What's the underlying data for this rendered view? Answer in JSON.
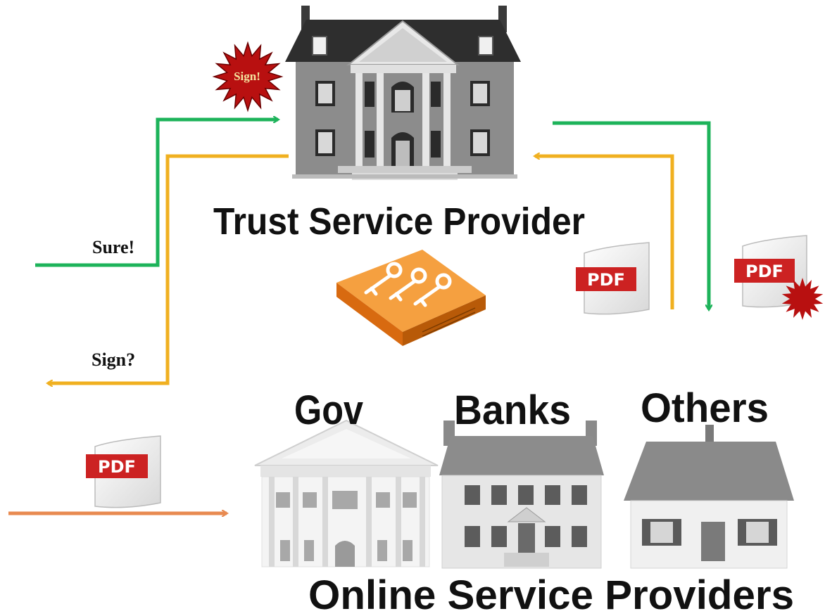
{
  "labels": {
    "trust_service_provider": "Trust Service Provider",
    "online_service_providers": "Online Service Providers",
    "gov": "Gov",
    "banks": "Banks",
    "others": "Others",
    "sure": "Sure!",
    "sign_question": "Sign?",
    "sign_badge": "Sign!"
  },
  "documents": {
    "pdf_label": "PDF"
  },
  "colors": {
    "green_arrow": "#1db35a",
    "yellow_arrow": "#f0b020",
    "orange_arrow": "#e88a50",
    "seal_red": "#b81010",
    "pdf_red": "#cc2222",
    "hsm_orange": "#f08020"
  },
  "icons": {
    "trust_building": "mansion-icon",
    "hsm": "key-hsm-icon",
    "gov_building": "government-building-icon",
    "bank_building": "bank-building-icon",
    "other_building": "house-icon",
    "document": "pdf-document-icon",
    "seal": "signature-seal-icon"
  }
}
